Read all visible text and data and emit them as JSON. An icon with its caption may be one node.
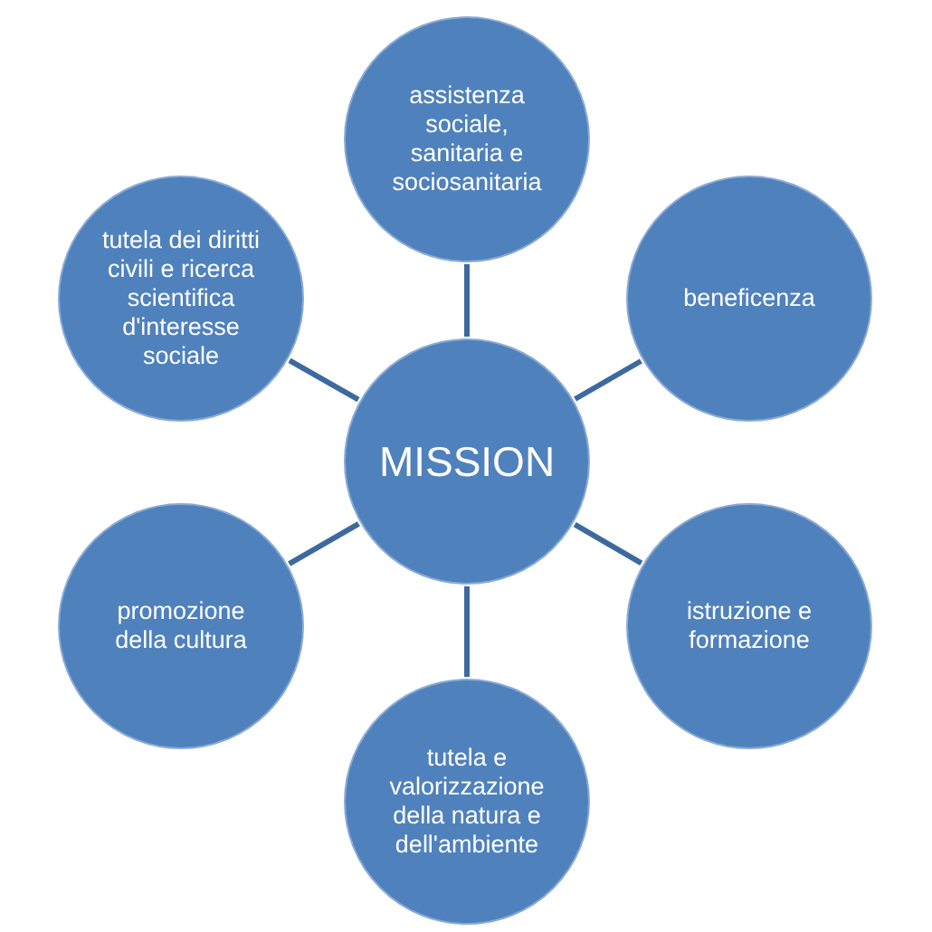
{
  "diagram": {
    "nodes": [
      {
        "text": [
          "assistenza sociale, sanitaria e sociosanitaria"
        ]
      },
      {
        "text": [
          "tutela dei diritti civili e ricerca scientifica d'interesse sociale"
        ]
      },
      {
        "text": [
          "beneficenza"
        ]
      },
      {
        "text": [
          "MISSION"
        ]
      },
      {
        "text": [
          "promozione della cultura"
        ]
      },
      {
        "text": [
          "istruzione e formazione"
        ]
      },
      {
        "text": [
          "tutela e valorizzazione della natura e dell'ambiente"
        ]
      }
    ],
    "edges": [
      {
        "from": 3,
        "to": 0,
        "arrow": "none"
      },
      {
        "from": 3,
        "to": 2,
        "arrow": "none"
      },
      {
        "from": 3,
        "to": 5,
        "arrow": "none"
      },
      {
        "from": 3,
        "to": 6,
        "arrow": "none"
      },
      {
        "from": 3,
        "to": 4,
        "arrow": "none"
      },
      {
        "from": 3,
        "to": 1,
        "arrow": "none"
      }
    ]
  }
}
